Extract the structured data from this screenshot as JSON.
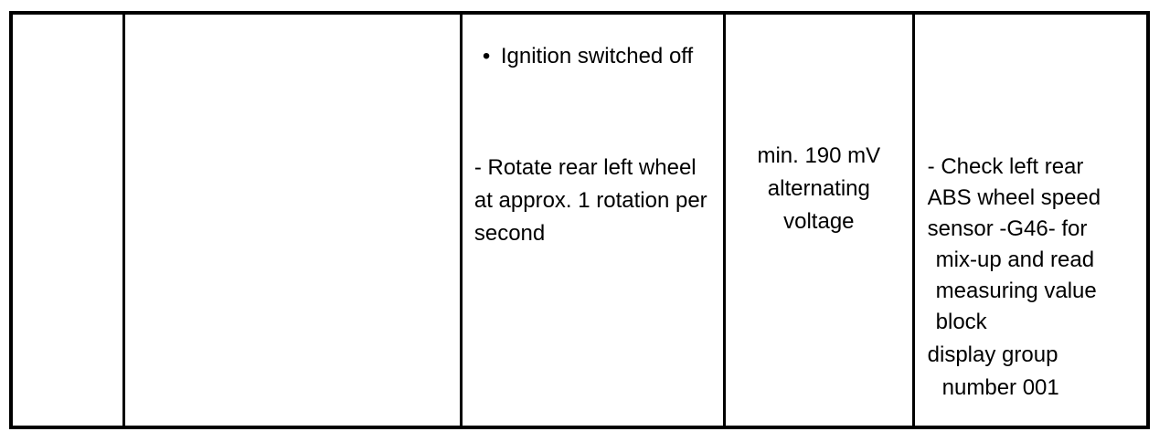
{
  "document": {
    "type": "workshop-manual-test-table",
    "background_color": "#ffffff",
    "border_color": "#000000"
  },
  "table": {
    "row": {
      "columns": [
        {
          "name": "column-1",
          "content": ""
        },
        {
          "name": "column-2",
          "content": ""
        },
        {
          "name": "column-3-test-conditions",
          "bullet_items": [
            {
              "marker": "•",
              "text": "Ignition switched off"
            }
          ],
          "instruction": "- Rotate rear left wheel at approx. 1 rotation per second"
        },
        {
          "name": "column-4-specified-value",
          "lines": [
            "min. 190 mV",
            "alternating",
            "voltage"
          ]
        },
        {
          "name": "column-5-remedy",
          "lines": [
            "- Check left rear",
            "ABS wheel speed",
            "sensor -G46- for",
            "mix-up and read",
            "measuring value",
            "block",
            "display group",
            "number 001"
          ]
        }
      ]
    }
  }
}
